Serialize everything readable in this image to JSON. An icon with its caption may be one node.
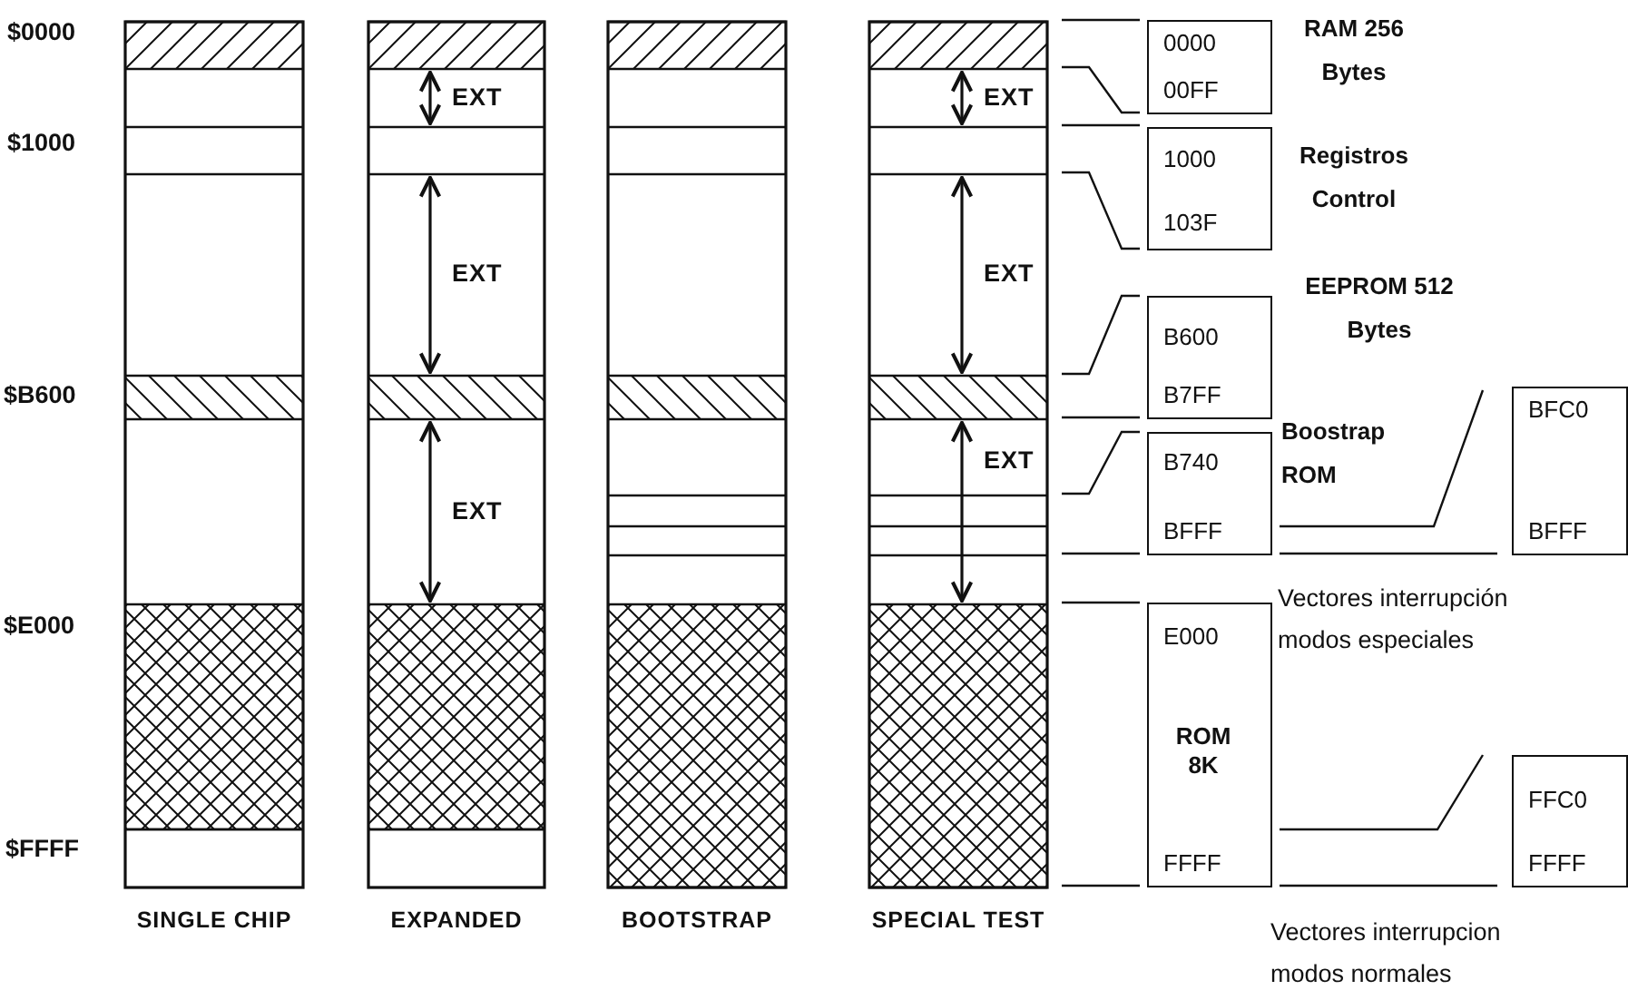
{
  "diagram": {
    "nodes": [
      {
        "text": [
          "SINGLE CHIP"
        ]
      },
      {
        "text": [
          "EXPANDED"
        ]
      },
      {
        "text": [
          "EXT"
        ],
        "in": 1
      },
      {
        "text": [
          "EXT"
        ],
        "in": 1
      },
      {
        "text": [
          "EXT"
        ],
        "in": 1
      },
      {
        "text": [
          "BOOTSTRAP"
        ]
      },
      {
        "text": [
          "SPECIAL TEST"
        ]
      },
      {
        "text": [
          "EXT"
        ],
        "in": 6
      },
      {
        "text": [
          "EXT"
        ],
        "in": 6
      },
      {
        "text": [
          "EXT"
        ],
        "in": 6
      },
      {
        "text": [
          "0000",
          "00FF"
        ],
        "beside": [
          "RAM 256 Bytes"
        ]
      },
      {
        "text": [
          "1000",
          "103F"
        ],
        "beside": [
          "Registros Control"
        ]
      },
      {
        "text": [
          "B600",
          "B7FF"
        ],
        "beside": [
          "EEPROM 512 Bytes"
        ]
      },
      {
        "text": [
          "B740",
          "BFFF"
        ],
        "beside": [
          "Boostrap ROM"
        ]
      },
      {
        "text": [
          "BFC0",
          "BFFF"
        ]
      },
      {
        "text": [
          "E000",
          "ROM 8K",
          "FFFF"
        ]
      },
      {
        "text": [
          "FFC0",
          "FFFF"
        ]
      }
    ],
    "labels": [
      "$0000",
      "$1000",
      "$B600",
      "$E000",
      "$FFFF",
      "Vectores interrupción modos especiales",
      "Vectores interrupcion modos normales"
    ]
  }
}
